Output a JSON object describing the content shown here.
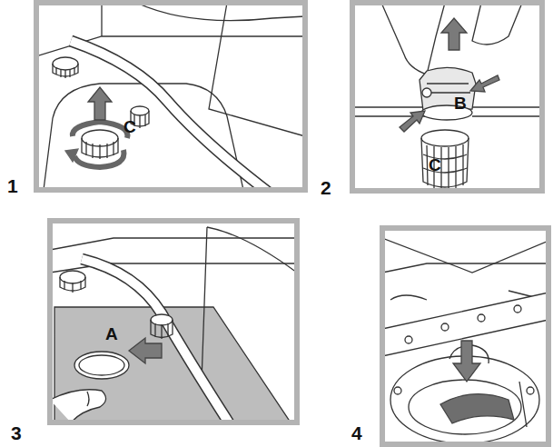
{
  "diagram": {
    "labels": [
      "1",
      "C",
      "2",
      "B",
      "C",
      "3",
      "A",
      "4"
    ]
  }
}
